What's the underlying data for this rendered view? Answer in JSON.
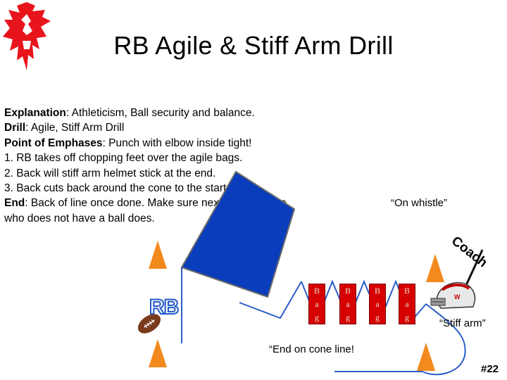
{
  "title": "RB Agile & Stiff Arm Drill",
  "explanation": {
    "l1_label": "Explanation",
    "l1_text": ": Athleticism, Ball security and balance.",
    "l2_label": "Drill",
    "l2_text": ": Agile, Stiff Arm Drill",
    "l3_label": "Point of Emphases",
    "l3_text": ": Punch with elbow inside tight!",
    "l4": "1.  RB takes off chopping feet over the agile bags.",
    "l5": "2.  Back will stiff arm helmet stick at the end.",
    "l6": "3.  Back cuts back around the cone to the start.",
    "l7_label": "End",
    "l7_text": ": Back of line once done.  Make sure next player in line",
    "l8": "who does not have a ball does."
  },
  "on_whistle": "“On whistle”",
  "coach_label": "Coach",
  "rb_label": "RB",
  "bag_letters": [
    "B",
    "a",
    "g"
  ],
  "stiff_arm": "“Stiff arm”",
  "end_on_cone": "“End on cone line!",
  "slide_number": "#22",
  "colors": {
    "cone": "#f28a1e",
    "bag": "#d70000",
    "pad": "#0a3dbb",
    "rb_text": "#1f56c9",
    "logo": "#e8141c"
  }
}
